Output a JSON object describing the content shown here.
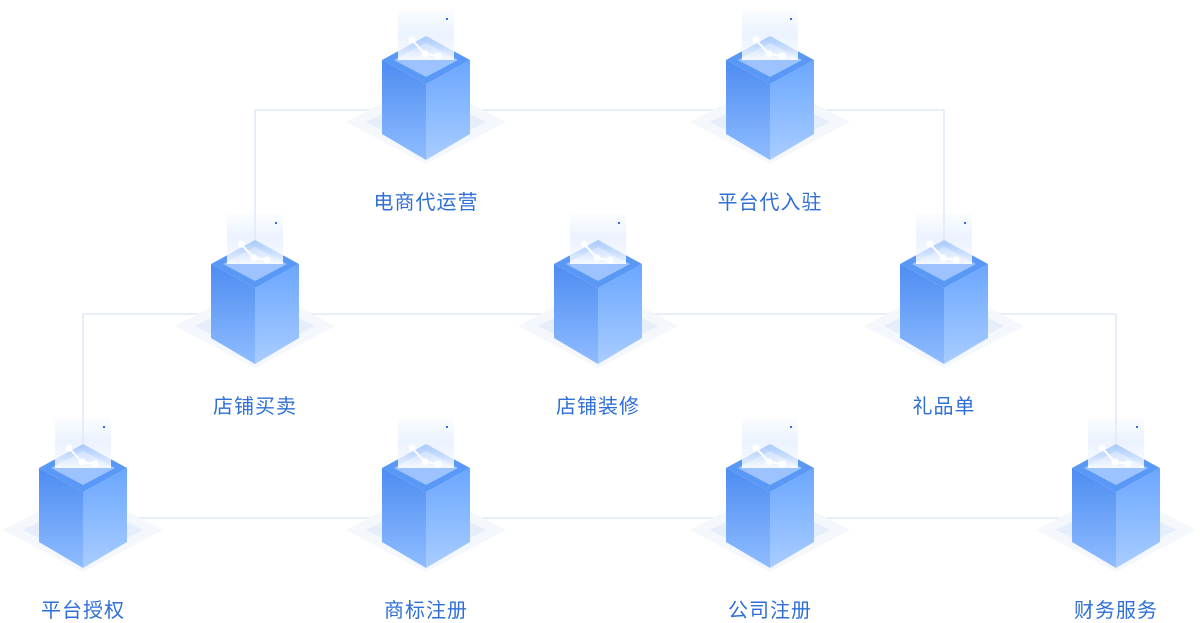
{
  "colors": {
    "accent": "#2f6fd6",
    "cube_top": "#5a98f5",
    "cube_side": "#4d8cf2",
    "cube_side_light": "#8fbcff",
    "line": "#dfe8f6"
  },
  "nodes": [
    {
      "id": "ecommerce-operation",
      "label": "电商代运营",
      "icon": "network-icon"
    },
    {
      "id": "platform-entry",
      "label": "平台代入驻",
      "icon": "network-icon"
    },
    {
      "id": "shop-trading",
      "label": "店铺买卖",
      "icon": "network-icon"
    },
    {
      "id": "shop-decoration",
      "label": "店铺装修",
      "icon": "network-icon"
    },
    {
      "id": "gift-order",
      "label": "礼品单",
      "icon": "network-icon"
    },
    {
      "id": "platform-authorization",
      "label": "平台授权",
      "icon": "network-icon"
    },
    {
      "id": "trademark-registration",
      "label": "商标注册",
      "icon": "network-icon"
    },
    {
      "id": "company-registration",
      "label": "公司注册",
      "icon": "network-icon"
    },
    {
      "id": "financial-services",
      "label": "财务服务",
      "icon": "network-icon"
    }
  ]
}
